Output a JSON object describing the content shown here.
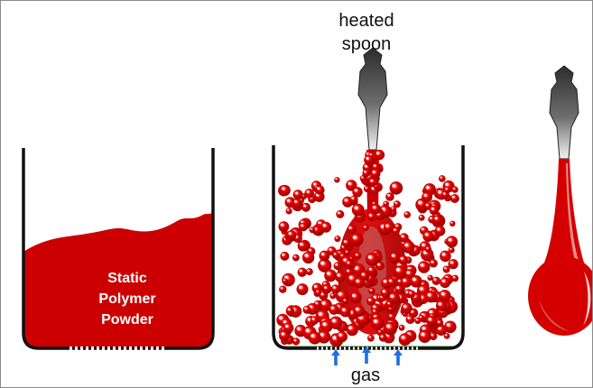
{
  "labels": {
    "spoon": [
      "heated",
      "spoon"
    ],
    "static_powder": [
      "Static",
      "Polymer",
      "Powder"
    ],
    "gas": "gas"
  },
  "colors": {
    "polymer": "#cc0000",
    "polymer_highlight": "#ffffff",
    "container": "#111111",
    "gas_arrow": "#1f6fe0",
    "porous_plate": "#2e7d32",
    "spoon_metal": "#3a3a3a"
  },
  "icons": {
    "gas_arrow": "arrow-up",
    "spoon": "spoon"
  }
}
